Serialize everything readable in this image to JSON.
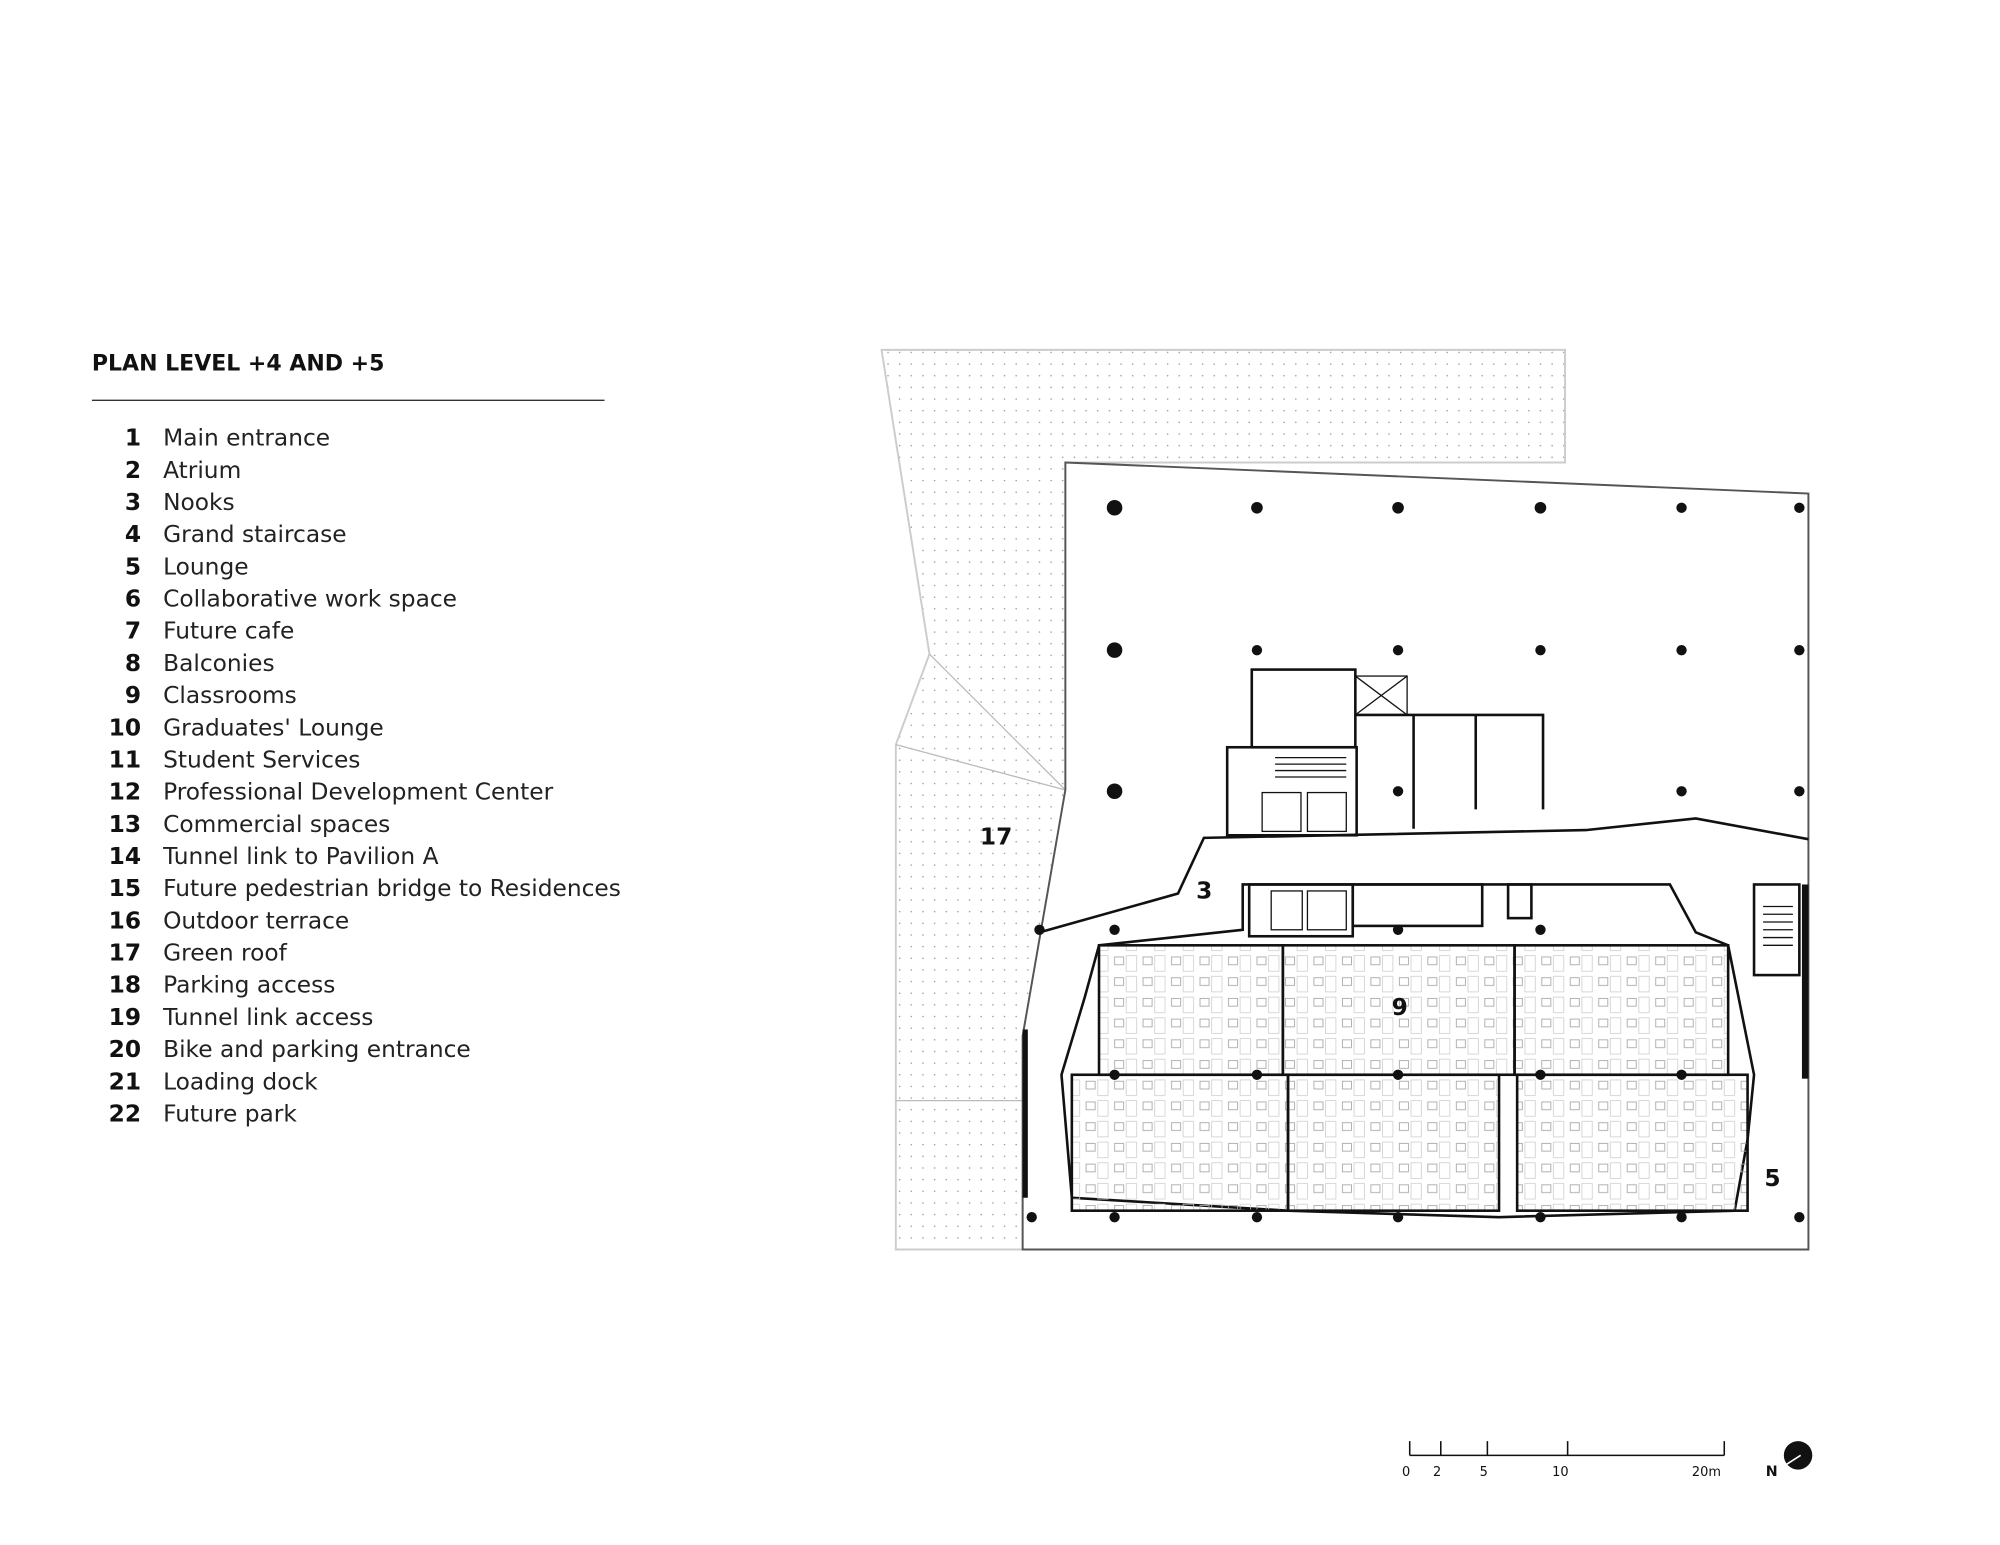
{
  "title": "PLAN LEVEL +4 AND +5",
  "legend": [
    {
      "num": "1",
      "label": "Main entrance"
    },
    {
      "num": "2",
      "label": "Atrium"
    },
    {
      "num": "3",
      "label": "Nooks"
    },
    {
      "num": "4",
      "label": "Grand staircase"
    },
    {
      "num": "5",
      "label": "Lounge"
    },
    {
      "num": "6",
      "label": "Collaborative work space"
    },
    {
      "num": "7",
      "label": "Future cafe"
    },
    {
      "num": "8",
      "label": "Balconies"
    },
    {
      "num": "9",
      "label": "Classrooms"
    },
    {
      "num": "10",
      "label": "Graduates' Lounge"
    },
    {
      "num": "11",
      "label": "Student Services"
    },
    {
      "num": "12",
      "label": "Professional Development Center"
    },
    {
      "num": "13",
      "label": "Commercial spaces"
    },
    {
      "num": "14",
      "label": "Tunnel link to Pavilion A"
    },
    {
      "num": "15",
      "label": "Future pedestrian bridge to Residences"
    },
    {
      "num": "16",
      "label": "Outdoor terrace"
    },
    {
      "num": "17",
      "label": "Green roof"
    },
    {
      "num": "18",
      "label": "Parking access"
    },
    {
      "num": "19",
      "label": "Tunnel link access"
    },
    {
      "num": "20",
      "label": "Bike and parking entrance"
    },
    {
      "num": "21",
      "label": "Loading dock"
    },
    {
      "num": "22",
      "label": "Future park"
    }
  ],
  "plan_labels": {
    "green_roof": "17",
    "nooks": "3",
    "classrooms": "9",
    "lounge": "5"
  },
  "scale_bar": {
    "ticks": [
      "0",
      "2",
      "5",
      "10",
      "20m"
    ]
  },
  "north": "N"
}
